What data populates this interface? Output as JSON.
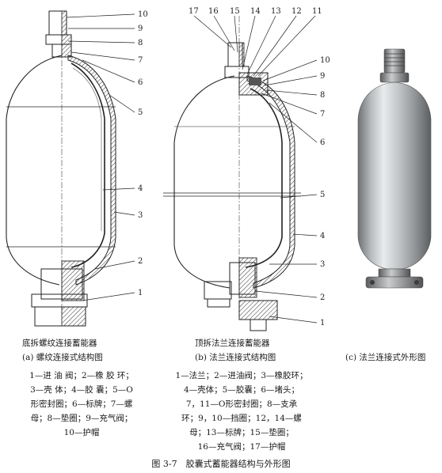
{
  "panel_a": {
    "numbers": [
      "10",
      "9",
      "8",
      "7",
      "6",
      "5",
      "4",
      "3",
      "2",
      "1"
    ],
    "title": "底拆螺纹连接蓄能器",
    "subtitle": "(a) 螺纹连接式结构图",
    "legend": [
      "1—进 油 阀；2—橡 胶 环；",
      "3—壳 体；4—胶 囊；5—O",
      "形密封圈；6—标牌；7—螺",
      "母；8—垫圈；9—充气阀；",
      "10—护帽"
    ]
  },
  "panel_b": {
    "numbers_top": [
      "17",
      "16",
      "15",
      "14",
      "13",
      "12",
      "11"
    ],
    "numbers_right": [
      "10",
      "9",
      "8",
      "7",
      "6",
      "5",
      "4",
      "3",
      "2",
      "1"
    ],
    "title": "顶拆法兰连接蓄能器",
    "subtitle": "(b) 法兰连接式结构图",
    "legend": [
      "1—法兰；2—进油阀；3—橡胶环；",
      "4—壳体；5—胶囊；6—堵头；",
      "7，11—O形密封圈；8—支承",
      "环；9，10—挡圈；12，14—螺",
      "母；13—标牌；15—垫圈；",
      "16—充气阀；17—护帽"
    ]
  },
  "panel_c": {
    "subtitle": "(c) 法兰连接式外形图"
  },
  "caption": "图 3-7　胶囊式蓄能器结构与外形图"
}
